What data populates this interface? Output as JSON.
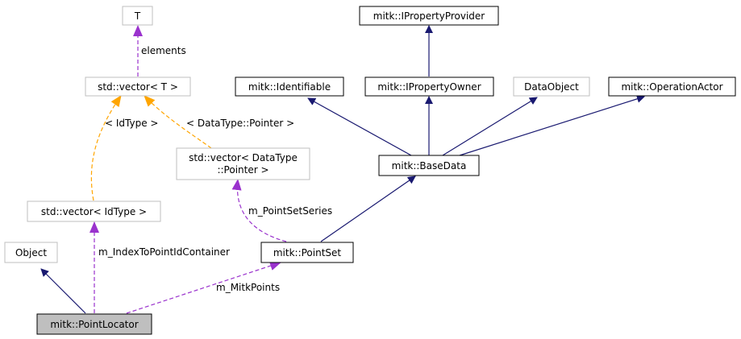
{
  "diagram": {
    "nodes": {
      "t": {
        "lines": [
          "T"
        ]
      },
      "vector_t": {
        "lines": [
          "std::vector< T >"
        ]
      },
      "iproperty_provider": {
        "lines": [
          "mitk::IPropertyProvider"
        ]
      },
      "identifiable": {
        "lines": [
          "mitk::Identifiable"
        ]
      },
      "iproperty_owner": {
        "lines": [
          "mitk::IPropertyOwner"
        ]
      },
      "data_object": {
        "lines": [
          "DataObject"
        ]
      },
      "operation_actor": {
        "lines": [
          "mitk::OperationActor"
        ]
      },
      "vector_datatype": {
        "lines": [
          "std::vector< DataType",
          "::Pointer >"
        ]
      },
      "base_data": {
        "lines": [
          "mitk::BaseData"
        ]
      },
      "vector_idtype": {
        "lines": [
          "std::vector< IdType >"
        ]
      },
      "object": {
        "lines": [
          "Object"
        ]
      },
      "point_set": {
        "lines": [
          "mitk::PointSet"
        ]
      },
      "point_locator": {
        "lines": [
          "mitk::PointLocator"
        ]
      }
    },
    "edge_labels": {
      "elements": "elements",
      "idtype": "< IdType >",
      "datatype_pointer": "< DataType::Pointer >",
      "point_set_series": "m_PointSetSeries",
      "index_container": "m_IndexToPointIdContainer",
      "mitk_points": "m_MitkPoints"
    },
    "colors": {
      "inheritance": "#191970",
      "template": "#ffa500",
      "usage": "#9a32cd",
      "node_border": "#000000",
      "node_border_light": "#bfbfbf",
      "highlight_fill": "#bfbfbf"
    }
  }
}
